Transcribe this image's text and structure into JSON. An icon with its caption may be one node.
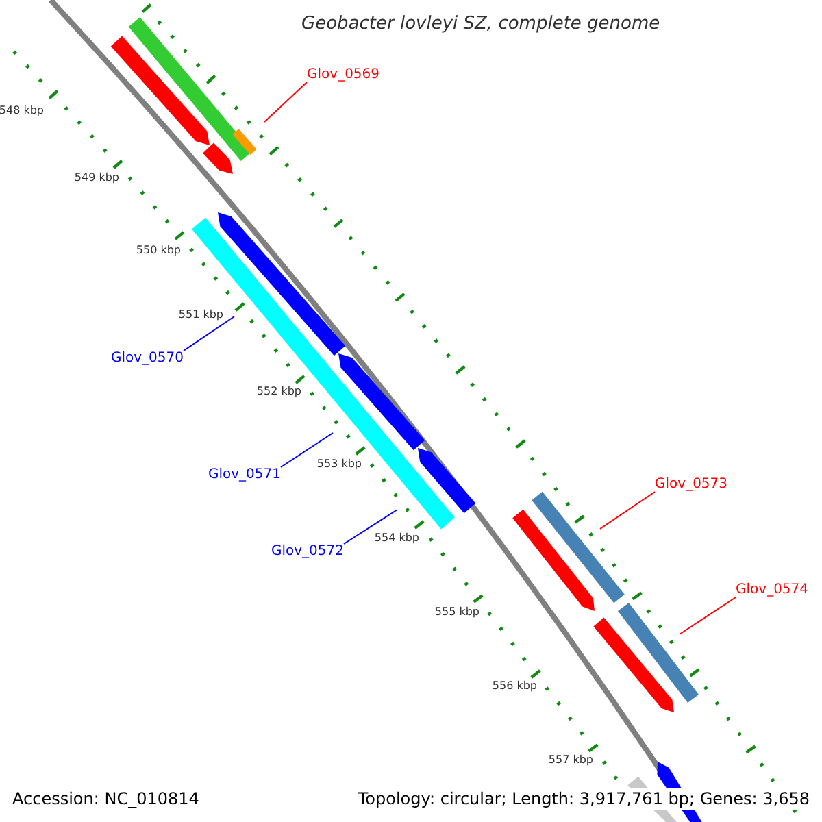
{
  "diagram": {
    "title": "Geobacter lovleyi SZ, complete genome",
    "nodes": [
      {
        "text": [
          "Glov_0569"
        ]
      },
      {
        "text": [
          "Glov_0570"
        ]
      },
      {
        "text": [
          "Glov_0571"
        ]
      },
      {
        "text": [
          "Glov_0572"
        ]
      },
      {
        "text": [
          "Glov_0573"
        ]
      },
      {
        "text": [
          "Glov_0574"
        ]
      }
    ],
    "edges": [
      {
        "from": 0,
        "to": null,
        "arrow": "none",
        "color": "#ff0000"
      },
      {
        "from": 1,
        "to": null,
        "arrow": "none",
        "color": "#0000ff"
      },
      {
        "from": 2,
        "to": null,
        "arrow": "none",
        "color": "#0000ff"
      },
      {
        "from": 3,
        "to": null,
        "arrow": "none",
        "color": "#0000ff"
      },
      {
        "from": 4,
        "to": null,
        "arrow": "none",
        "color": "#ff0000"
      },
      {
        "from": 5,
        "to": null,
        "arrow": "none",
        "color": "#ff0000"
      }
    ],
    "labels": [
      "548 kbp",
      "549 kbp",
      "550 kbp",
      "551 kbp",
      "552 kbp",
      "553 kbp",
      "554 kbp",
      "555 kbp",
      "556 kbp",
      "557 kbp",
      "Accession: NC_010814",
      "Topology: circular; Length: 3,917,761 bp; Genes: 3,658"
    ]
  }
}
